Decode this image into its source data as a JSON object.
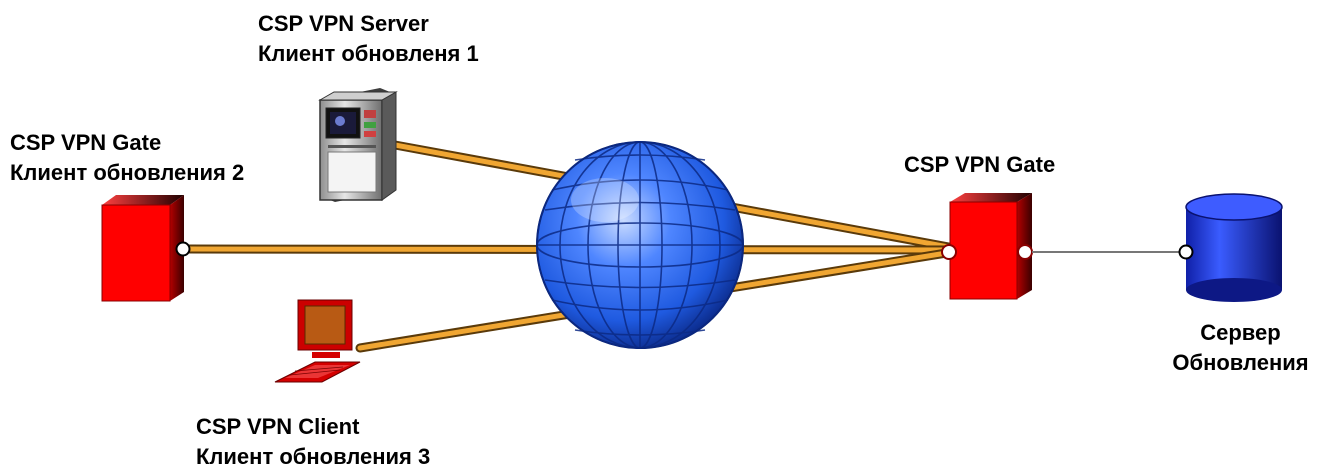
{
  "nodes": {
    "server": {
      "line1": "CSP VPN Server",
      "line2": "Клиент обновленя 1"
    },
    "gate_left": {
      "line1": "CSP VPN Gate",
      "line2": "Клиент обновления 2"
    },
    "client": {
      "line1": "CSP VPN Client",
      "line2": "Клиент обновления 3"
    },
    "gate_right": {
      "line1": "CSP VPN Gate"
    },
    "update_server": {
      "line1": "Сервер",
      "line2": "Обновления"
    }
  },
  "colors": {
    "tunnel": "#e8a23a",
    "tunnel_edge": "#6b4a12",
    "device_red": "#ff0000",
    "globe_blue": "#1e5ad8",
    "database_blue": "#1a2ecc"
  },
  "icons": {
    "internet": "globe-icon",
    "server": "server-tower-icon",
    "gate": "gateway-box-icon",
    "client": "laptop-icon",
    "database": "database-icon"
  }
}
